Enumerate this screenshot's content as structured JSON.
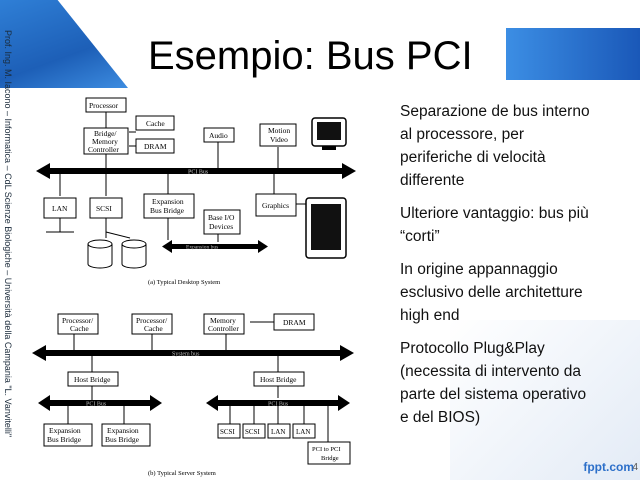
{
  "slide": {
    "title": "Esempio: Bus PCI",
    "side_text": "Prof. Ing. M. Iacono – Informatica – CdL Scienze Biologiche – Università della Campania \"L. Vanvitelli\"",
    "brand": "fppt.com",
    "page_number": "4"
  },
  "bullets": [
    "Separazione de bus interno al processore, per periferiche di velocità differente",
    "Ulteriore vantaggio: bus più “corti”",
    "In origine appannaggio esclusivo delle architetture high end",
    "Protocollo Plug&Play (necessita di intervento da parte del sistema operativo e del BIOS)"
  ],
  "diagram_a": {
    "caption": "(a) Typical Desktop System",
    "processor": "Processor",
    "cache": "Cache",
    "bridge": [
      "Bridge/",
      "Memory",
      "Controller"
    ],
    "dram": "DRAM",
    "audio": "Audio",
    "motion_video": [
      "Motion",
      "Video"
    ],
    "pci_bus": "PCI Bus",
    "lan": "LAN",
    "scsi": "SCSI",
    "expansion_bridge": [
      "Expansion",
      "Bus Bridge"
    ],
    "base_io": [
      "Base I/O",
      "Devices"
    ],
    "graphics": "Graphics",
    "expansion_bus": "Expansion bus"
  },
  "diagram_b": {
    "caption": "(b) Typical Server System",
    "processor_cache_1": [
      "Processor/",
      "Cache"
    ],
    "processor_cache_2": [
      "Processor/",
      "Cache"
    ],
    "memory_controller": [
      "Memory",
      "Controller"
    ],
    "dram": "DRAM",
    "system_bus": "System bus",
    "host_bridge_1": "Host Bridge",
    "host_bridge_2": "Host Bridge",
    "pci_bus_1": "PCI Bus",
    "pci_bus_2": "PCI Bus",
    "expansion_bridge_1": [
      "Expansion",
      "Bus Bridge"
    ],
    "expansion_bridge_2": [
      "Expansion",
      "Bus Bridge"
    ],
    "scsi_1": "SCSI",
    "scsi_2": "SCSI",
    "lan_1": "LAN",
    "lan_2": "LAN",
    "pci_to_pci": [
      "PCI to PCI",
      "Bridge"
    ]
  }
}
